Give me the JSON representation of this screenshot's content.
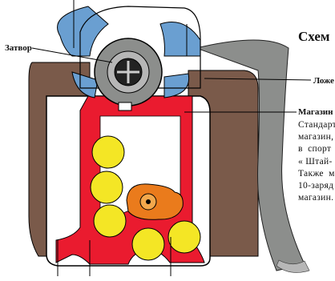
{
  "diagram": {
    "title": "Схем",
    "labels": {
      "bolt": "Затвор",
      "stock": "Ложе",
      "magazine": "Магазин"
    },
    "magazine_description": "Стандарт\nмагазин,\nв  спорт\n« Штай-\nТакже  м\n10-заряд\nмагазин."
  },
  "colors": {
    "blue": "#6a9fd1",
    "red": "#ea1b2f",
    "yellow": "#f4e625",
    "orange": "#ea7b1c",
    "gray": "#8c8e8c",
    "brown": "#7a5a4a"
  }
}
